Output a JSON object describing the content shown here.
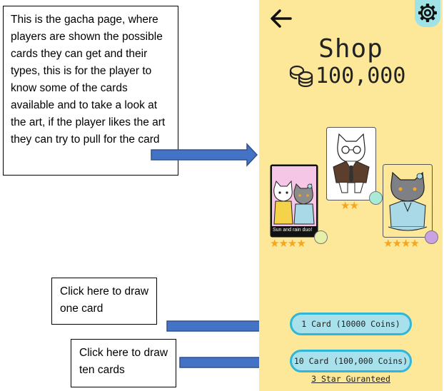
{
  "annotations": {
    "gacha_note": "This is the gacha page, where players are shown the possible cards they can get and their types, this is for the player to know some of the cards available and to take a look at the art, if the player likes the art they can try to pull for the card",
    "one_card_note": "Click here to draw one card",
    "ten_card_note": "Click here to draw ten cards"
  },
  "shop": {
    "title": "Shop",
    "coin_balance": "100,000",
    "cards": [
      {
        "caption": "Sun and rain duo!",
        "stars": 4,
        "type_color": "#e6f0a8"
      },
      {
        "caption": "",
        "stars": 2,
        "type_color": "#a8ecd8"
      },
      {
        "caption": "",
        "stars": 4,
        "type_color": "#c9a2e6"
      }
    ],
    "one_card_button": "1 Card (10000 Coins)",
    "ten_card_button": "10 Card (100,000 Coins)",
    "guarantee_text": "3 Star Guranteed"
  },
  "icons": {
    "back": "back-arrow-icon",
    "settings": "gear-icon",
    "coins": "coin-stack-icon",
    "star": "star-icon"
  },
  "colors": {
    "panel_bg": "#fde89a",
    "button_fill": "#a8e0ec",
    "button_border": "#2fb6d8",
    "arrow_fill": "#4472c4",
    "star": "#f7a51e"
  }
}
